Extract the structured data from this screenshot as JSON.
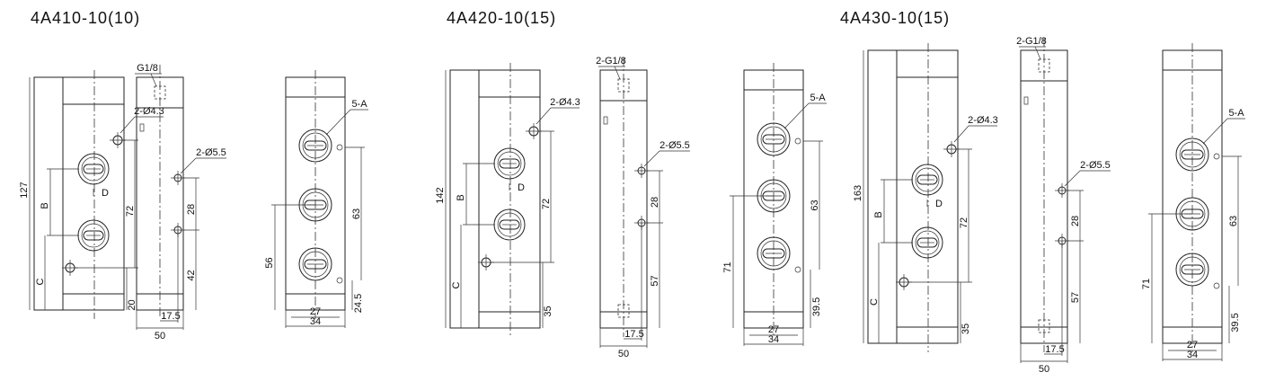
{
  "models": [
    {
      "title": "4A410-10(10)",
      "labels": {
        "mount_holes": "2-Ø4.3",
        "port_top": "G1/8",
        "side_holes": "2-Ø5.5",
        "ports_front": "5-A",
        "dim_height": "127",
        "dim_b": "B",
        "dim_c": "C",
        "dim_d": "D",
        "dim_mount": "72",
        "dim_bottom": "20",
        "dim_hole_spacing": "28",
        "dim_hole_lower": "42",
        "dim_hole_x": "17.5",
        "dim_width": "50",
        "dim_port_spacing": "63",
        "dim_port_lower": "56",
        "dim_port_bottom": "24.5",
        "dim_port_w": "27",
        "dim_front_w": "34"
      }
    },
    {
      "title": "4A420-10(15)",
      "labels": {
        "mount_holes": "2-Ø4.3",
        "port_top": "2-G1/8",
        "side_holes": "2-Ø5.5",
        "ports_front": "5-A",
        "dim_height": "142",
        "dim_b": "B",
        "dim_c": "C",
        "dim_d": "D",
        "dim_mount": "72",
        "dim_bottom": "35",
        "dim_hole_spacing": "28",
        "dim_hole_lower": "57",
        "dim_hole_x": "17.5",
        "dim_width": "50",
        "dim_port_spacing": "63",
        "dim_port_lower": "71",
        "dim_port_bottom": "39.5",
        "dim_port_w": "27",
        "dim_front_w": "34"
      }
    },
    {
      "title": "4A430-10(15)",
      "labels": {
        "mount_holes": "2-Ø4.3",
        "port_top": "2-G1/8",
        "side_holes": "2-Ø5.5",
        "ports_front": "5-A",
        "dim_height": "163",
        "dim_b": "B",
        "dim_c": "C",
        "dim_d": "D",
        "dim_mount": "72",
        "dim_bottom": "35",
        "dim_hole_spacing": "28",
        "dim_hole_lower": "57",
        "dim_hole_x": "17.5",
        "dim_width": "50",
        "dim_port_spacing": "63",
        "dim_port_lower": "71",
        "dim_port_bottom": "39.5",
        "dim_port_w": "27",
        "dim_front_w": "34"
      }
    }
  ]
}
